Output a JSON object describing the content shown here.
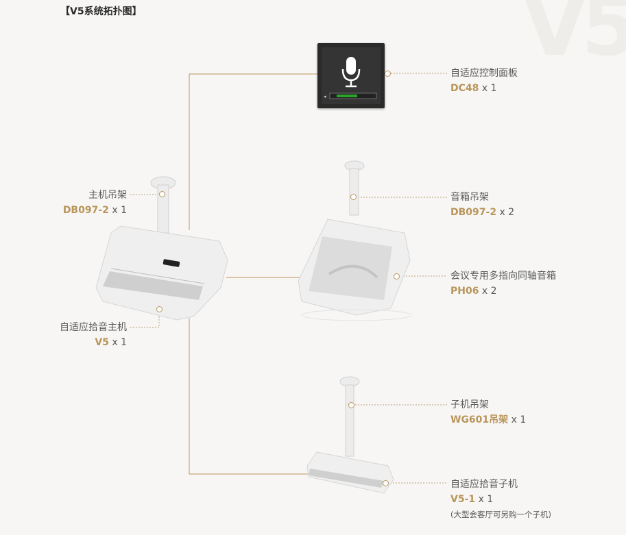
{
  "title": "【V5系统拓扑图】",
  "background_mark": "V5",
  "colors": {
    "accent": "#b8955a",
    "line": "#b8955a",
    "text": "#5a5a5a"
  },
  "nodes": {
    "control_panel": {
      "name": "自适应控制面板",
      "code": "DC48",
      "qty": "x 1",
      "icon": "microphone-icon"
    },
    "host_bracket": {
      "name": "主机吊架",
      "code": "DB097-2",
      "qty": "x 1"
    },
    "host": {
      "name": "自适应拾音主机",
      "code": "V5",
      "qty": "x 1"
    },
    "speaker_bracket": {
      "name": "音箱吊架",
      "code": "DB097-2",
      "qty": "x 2"
    },
    "speaker": {
      "name": "会议专用多指向同轴音箱",
      "code": "PH06",
      "qty": "x 2"
    },
    "sub_bracket": {
      "name": "子机吊架",
      "code": "WG601吊架",
      "qty": "x 1"
    },
    "sub": {
      "name": "自适应拾音子机",
      "code": "V5-1",
      "qty": "x 1",
      "note": "(大型会客厅可另购一个子机)"
    }
  }
}
